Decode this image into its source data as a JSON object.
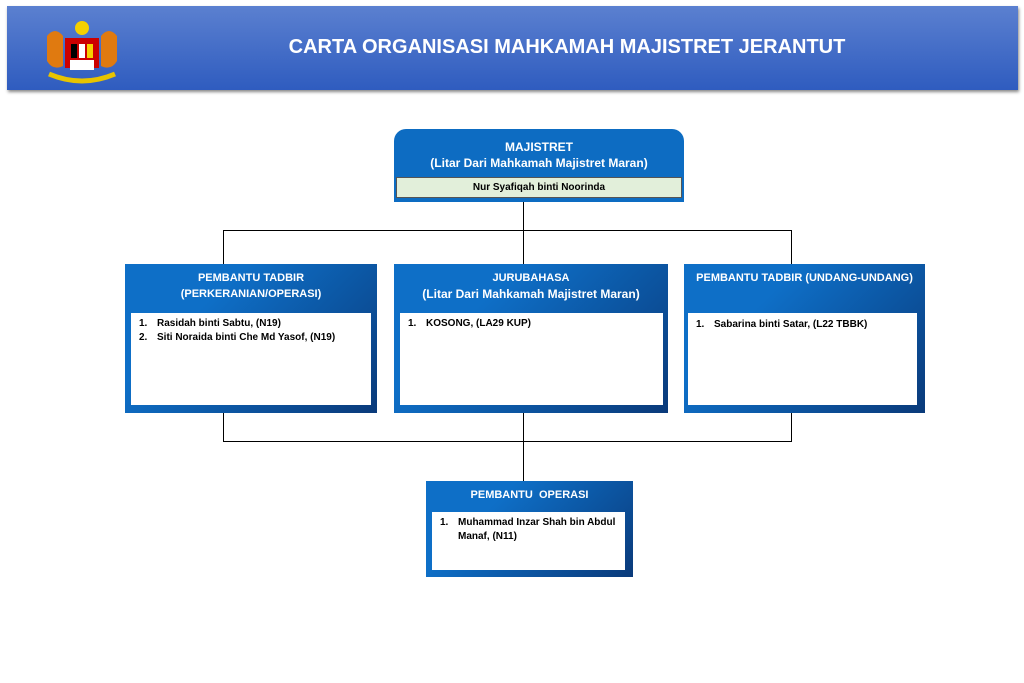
{
  "header": {
    "title": "CARTA ORGANISASI MAHKAMAH MAJISTRET JERANTUT"
  },
  "top": {
    "title": "MAJISTRET",
    "subtitle": "(Litar Dari Mahkamah Majistret Maran)",
    "name": "Nur Syafiqah binti Noorinda"
  },
  "boxes": [
    {
      "title": "PEMBANTU TADBIR",
      "subtitle": "(PERKERANIAN/OPERASI)",
      "items": [
        "Rasidah binti Sabtu, (N19)",
        "Siti Noraida binti Che Md Yasof, (N19)"
      ]
    },
    {
      "title": "JURUBAHASA",
      "subtitle": "(Litar Dari Mahkamah Majistret Maran)",
      "items": [
        "KOSONG, (LA29 KUP)"
      ]
    },
    {
      "title": "PEMBANTU TADBIR (UNDANG-UNDANG)",
      "items": [
        "Sabarina binti Satar, (L22 TBBK)"
      ]
    },
    {
      "title": "PEMBANTU  OPERASI",
      "items": [
        "Muhammad Inzar Shah bin Abdul Manaf, (N11)"
      ]
    }
  ],
  "numbers": [
    "1.",
    "2."
  ]
}
